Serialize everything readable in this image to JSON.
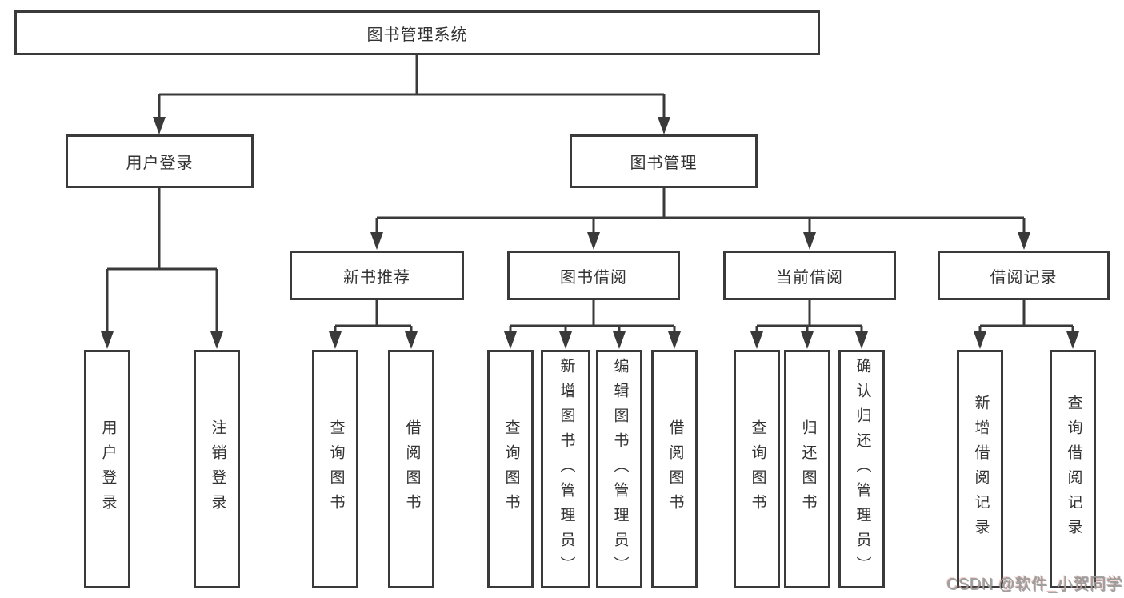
{
  "diagram": {
    "title": "图书管理系统",
    "branches": [
      {
        "label": "用户登录",
        "children": [
          "用户登录",
          "注销登录"
        ]
      },
      {
        "label": "图书管理",
        "groups": [
          {
            "label": "新书推荐",
            "children": [
              "查询图书",
              "借阅图书"
            ]
          },
          {
            "label": "图书借阅",
            "children": [
              "查询图书",
              "新增图书（管理员）",
              "编辑图书（管理员）",
              "借阅图书"
            ]
          },
          {
            "label": "当前借阅",
            "children": [
              "查询图书",
              "归还图书",
              "确认归还（管理员）"
            ]
          },
          {
            "label": "借阅记录",
            "children": [
              "新增借阅记录",
              "查询借阅记录"
            ]
          }
        ]
      }
    ],
    "line_color": "#3a3a3a"
  },
  "watermark": {
    "text": "CSDN @软件_小贺同学"
  }
}
